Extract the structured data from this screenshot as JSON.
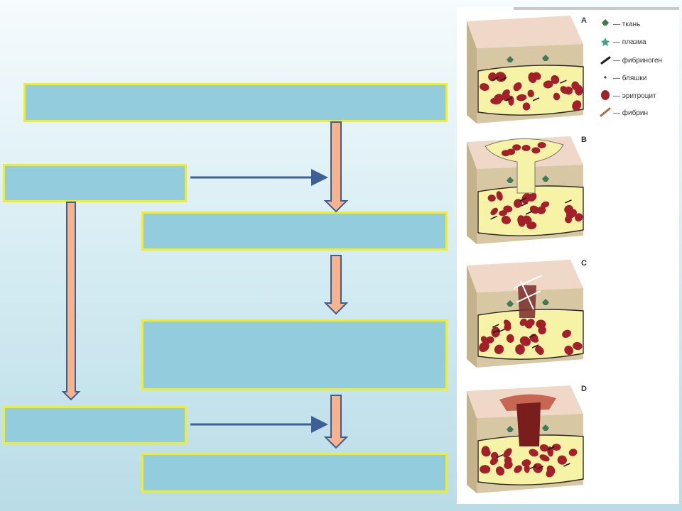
{
  "figure": {
    "panels": [
      "A",
      "B",
      "C",
      "D"
    ],
    "legend": [
      {
        "label": "— ткань",
        "icon": "tissue-icon",
        "color": "#3f7a55"
      },
      {
        "label": "— плазма",
        "icon": "plasma-icon",
        "color": "#3fa48c"
      },
      {
        "label": "— фибриноген",
        "icon": "fibrinogen-icon",
        "color": "#1b1b1b"
      },
      {
        "label": "— бляшки",
        "icon": "platelet-icon",
        "color": "#444444"
      },
      {
        "label": "— эритроцит",
        "icon": "erythrocyte-icon",
        "color": "#a3202a"
      },
      {
        "label": "— фибрин",
        "icon": "fibrin-icon",
        "color": "#b06d44"
      }
    ]
  },
  "colors": {
    "box_fill": "#93cddd",
    "box_border": "#f2ee22",
    "down_arrow_fill": "#f7b38e",
    "side_arrow": "#3d5f97",
    "tissue": "#d7c7a3",
    "plasma_fill": "#f6f2a6",
    "blood_cell": "#a3202a"
  }
}
